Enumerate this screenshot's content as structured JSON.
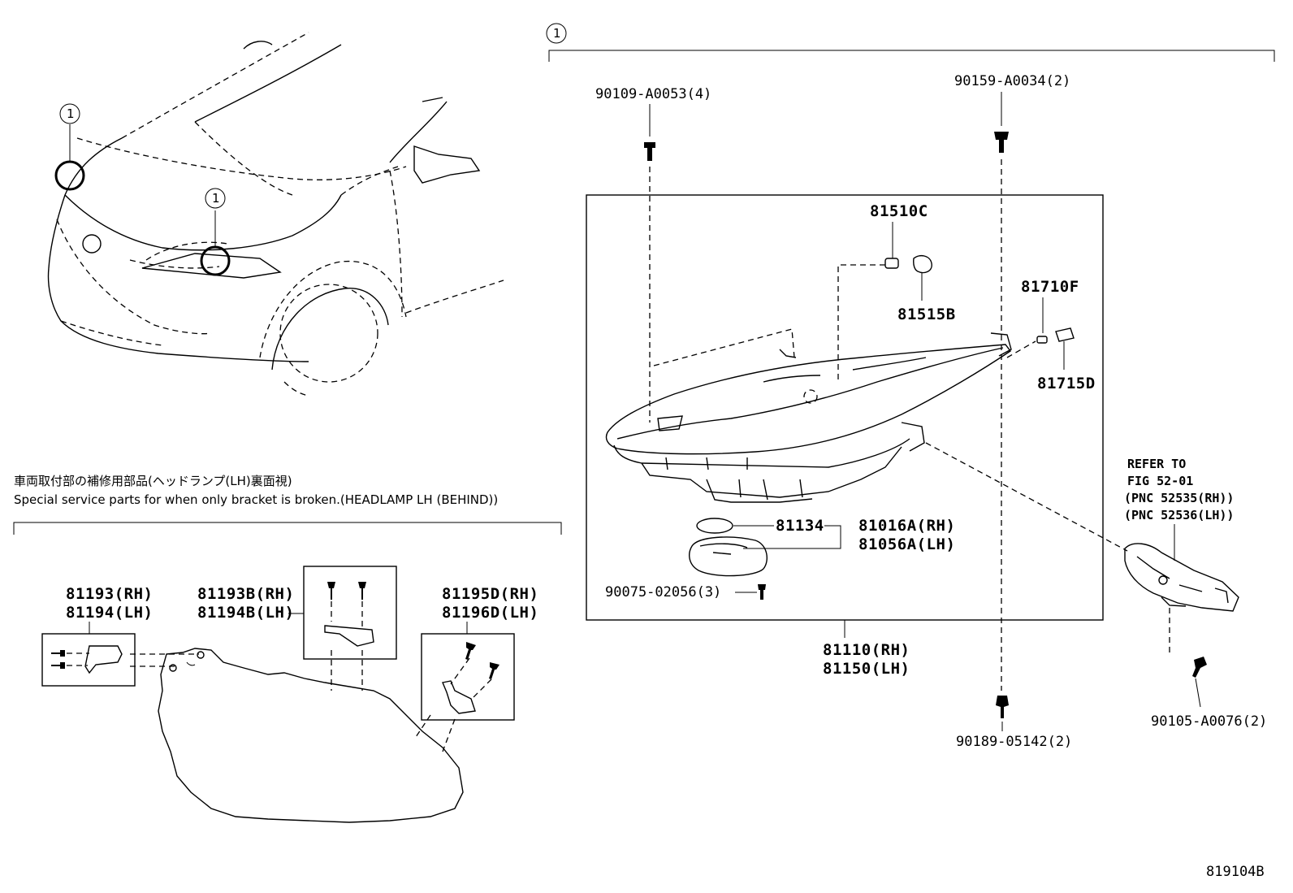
{
  "callout_label": "1",
  "parts": {
    "screw_top_left": "90109-A0053(4)",
    "screw_top_right": "90159-A0034(2)",
    "bulb": "81510C",
    "socket": "81515B",
    "sidemarker_bulb": "81710F",
    "sidemarker_socket": "81715D",
    "gasket": "81134",
    "ballast_rh": "81016A(RH)",
    "ballast_lh": "81056A(LH)",
    "ballast_screw": "90075-02056(3)",
    "assembly_rh": "81110(RH)",
    "assembly_lh": "81150(LH)",
    "screw_bottom": "90189-05142(2)",
    "bracket_screw": "90105-A0076(2)",
    "bracket_a_rh": "81193(RH)",
    "bracket_a_lh": "81194(LH)",
    "bracket_b_rh": "81193B(RH)",
    "bracket_b_lh": "81194B(LH)",
    "bracket_c_rh": "81195D(RH)",
    "bracket_c_lh": "81196D(LH)"
  },
  "refer": {
    "line1": "REFER TO",
    "line2": "FIG 52-01",
    "line3": "(PNC 52535(RH))",
    "line4": "(PNC 52536(LH))"
  },
  "service_note": {
    "japanese": "車両取付部の補修用部品(ヘッドランプ(LH)裏面視)",
    "english": "Special service parts for when only bracket is broken.(HEADLAMP LH (BEHIND))"
  },
  "figure_id": "819104B"
}
